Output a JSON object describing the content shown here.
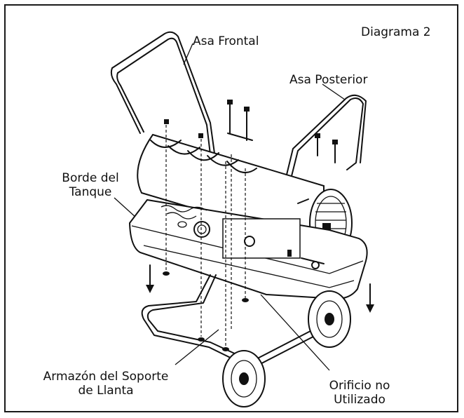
{
  "diagram": {
    "title": "Diagrama 2",
    "labels": {
      "front_handle": "Asa Frontal",
      "rear_handle": "Asa Posterior",
      "tank_edge_line1": "Borde del",
      "tank_edge_line2": "Tanque",
      "wheel_frame_line1": "Armazón del Soporte",
      "wheel_frame_line2": "de Llanta",
      "unused_hole_line1": "Orificio no",
      "unused_hole_line2": "Utilizado"
    }
  }
}
